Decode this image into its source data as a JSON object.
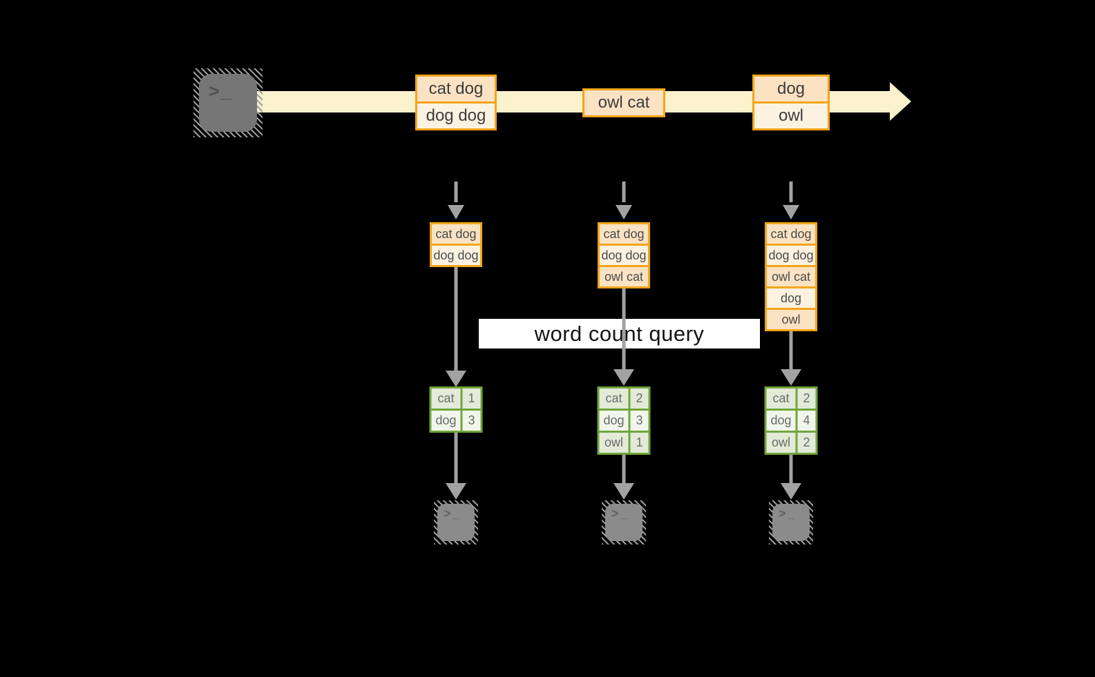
{
  "title": {
    "label": "word count query"
  },
  "colors": {
    "background": "#000000",
    "stream_band": "#FBF1CD",
    "record_border": "#F2A51B",
    "record_fill_dark": "#FBE2C3",
    "record_fill_light": "#FDF2E1",
    "table_border": "#6FA63C",
    "table_fill_dark": "#E3EAD8",
    "table_fill_light": "#F1F5EB",
    "arrow_gray": "#A2A2A2",
    "query_band": "#FFFFFF"
  },
  "source_terminal": {
    "icon": "terminal",
    "glyph": ">_"
  },
  "stream": {
    "batches": [
      {
        "rows": [
          "cat dog",
          "dog dog"
        ]
      },
      {
        "rows": [
          "owl cat"
        ]
      },
      {
        "rows": [
          "dog",
          "owl"
        ]
      }
    ]
  },
  "columns": [
    {
      "state": {
        "rows": [
          "cat dog",
          "dog dog"
        ]
      },
      "counts": {
        "rows": [
          {
            "word": "cat",
            "count": "1"
          },
          {
            "word": "dog",
            "count": "3"
          }
        ]
      },
      "terminal_glyph": ">_"
    },
    {
      "state": {
        "rows": [
          "cat dog",
          "dog dog",
          "owl cat"
        ]
      },
      "counts": {
        "rows": [
          {
            "word": "cat",
            "count": "2"
          },
          {
            "word": "dog",
            "count": "3"
          },
          {
            "word": "owl",
            "count": "1"
          }
        ]
      },
      "terminal_glyph": ">_"
    },
    {
      "state": {
        "rows": [
          "cat dog",
          "dog dog",
          "owl cat",
          "dog",
          "owl"
        ]
      },
      "counts": {
        "rows": [
          {
            "word": "cat",
            "count": "2"
          },
          {
            "word": "dog",
            "count": "4"
          },
          {
            "word": "owl",
            "count": "2"
          }
        ]
      },
      "terminal_glyph": ">_"
    }
  ]
}
